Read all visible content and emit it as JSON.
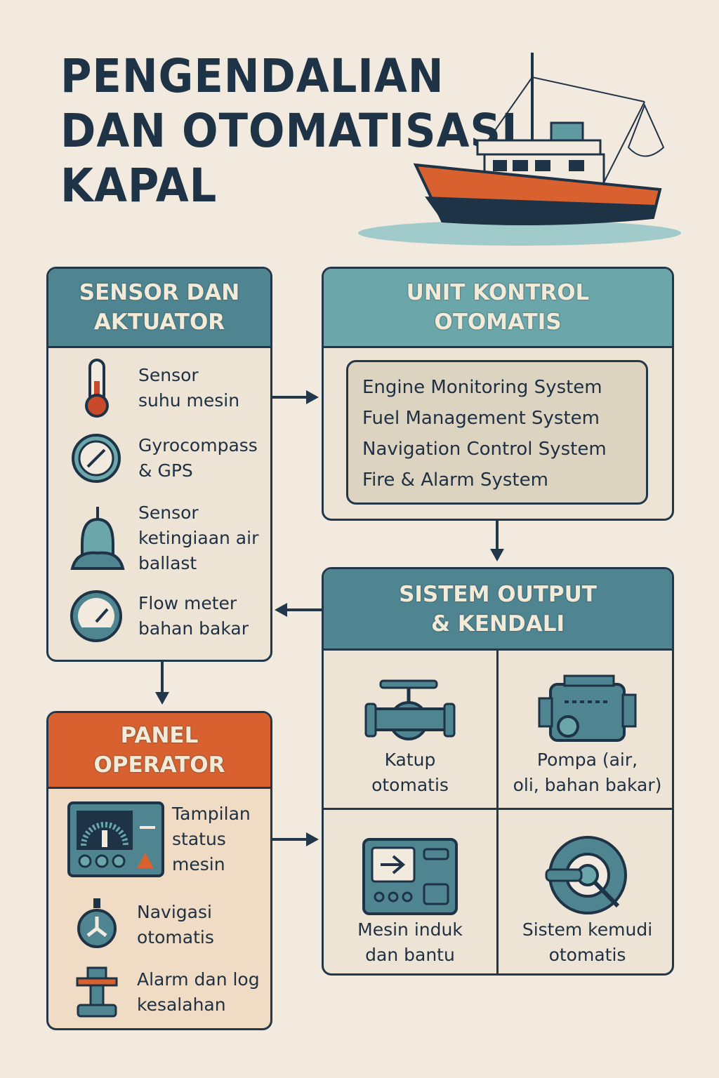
{
  "title": {
    "line1": "PENGENDALIAN",
    "line2": "DAN OTOMATISASI",
    "line3": "KAPAL"
  },
  "sensor": {
    "header": "SENSOR DAN\nAKTUATOR",
    "items": [
      {
        "icon": "thermometer-icon",
        "label": "Sensor\nsuhu mesin"
      },
      {
        "icon": "compass-icon",
        "label": "Gyrocompass\n& GPS"
      },
      {
        "icon": "tank-level-icon",
        "label": "Sensor\nketingiaan air\nballast"
      },
      {
        "icon": "gauge-icon",
        "label": "Flow meter\nbahan bakar"
      }
    ]
  },
  "control": {
    "header": "UNIT KONTROL\nOTOMATIS",
    "systems": [
      "Engine Monitoring System",
      "Fuel Management System",
      "Navigation Control System",
      "Fire & Alarm System"
    ]
  },
  "output": {
    "header": "SISTEM OUTPUT\n& KENDALI",
    "cells": [
      {
        "icon": "valve-icon",
        "label": "Katup\notomatis"
      },
      {
        "icon": "pump-icon",
        "label": "Pompa (air,\noli, bahan bakar)"
      },
      {
        "icon": "engine-panel-icon",
        "label": "Mesin induk\ndan bantu"
      },
      {
        "icon": "steering-icon",
        "label": "Sistem kemudi\notomatis"
      }
    ]
  },
  "operator": {
    "header": "PANEL\nOPERATOR",
    "items": [
      {
        "icon": "dashboard-icon",
        "label": "Tampilan\nstatus\nmesin"
      },
      {
        "icon": "navigation-icon",
        "label": "Navigasi\notomatis"
      },
      {
        "icon": "alarm-icon",
        "label": "Alarm dan log\nkesalahan"
      }
    ]
  },
  "colors": {
    "navy": "#1f3346",
    "teal": "#4e8591",
    "teal_light": "#6aa6aa",
    "orange": "#d9602f",
    "bg": "#f2eadf"
  }
}
